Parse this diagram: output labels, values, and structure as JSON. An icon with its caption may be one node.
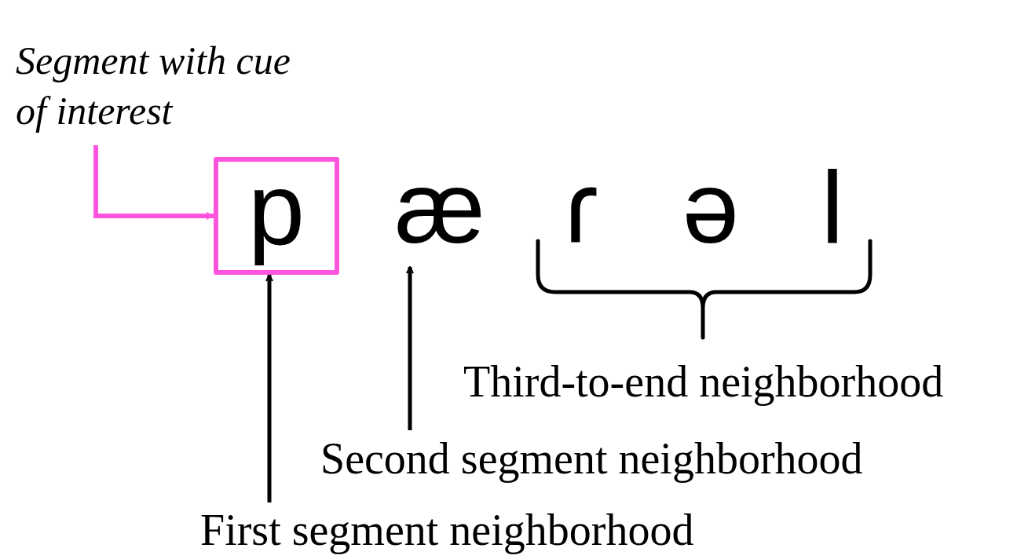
{
  "diagram": {
    "nodes": [
      {
        "text": [
          "Segment with cue of interest"
        ]
      },
      {
        "text": [
          "p"
        ]
      },
      {
        "text": [
          "æ"
        ]
      },
      {
        "text": [
          "Second segment neighborhood"
        ]
      },
      {
        "text": [
          "First segment neighborhood"
        ]
      }
    ],
    "edges": [
      {
        "from": 0,
        "to": 1,
        "arrow": "to",
        "color": "#ff55dd"
      },
      {
        "from": 4,
        "to": 1,
        "arrow": "to"
      },
      {
        "from": 3,
        "to": 2,
        "arrow": "to"
      }
    ],
    "labels": [
      "ɾ",
      "ə",
      "l",
      "Third-to-end neighborhood"
    ]
  }
}
